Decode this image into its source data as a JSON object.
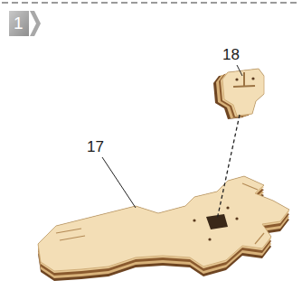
{
  "diagram": {
    "labels": [
      "1",
      "18",
      "17"
    ]
  }
}
